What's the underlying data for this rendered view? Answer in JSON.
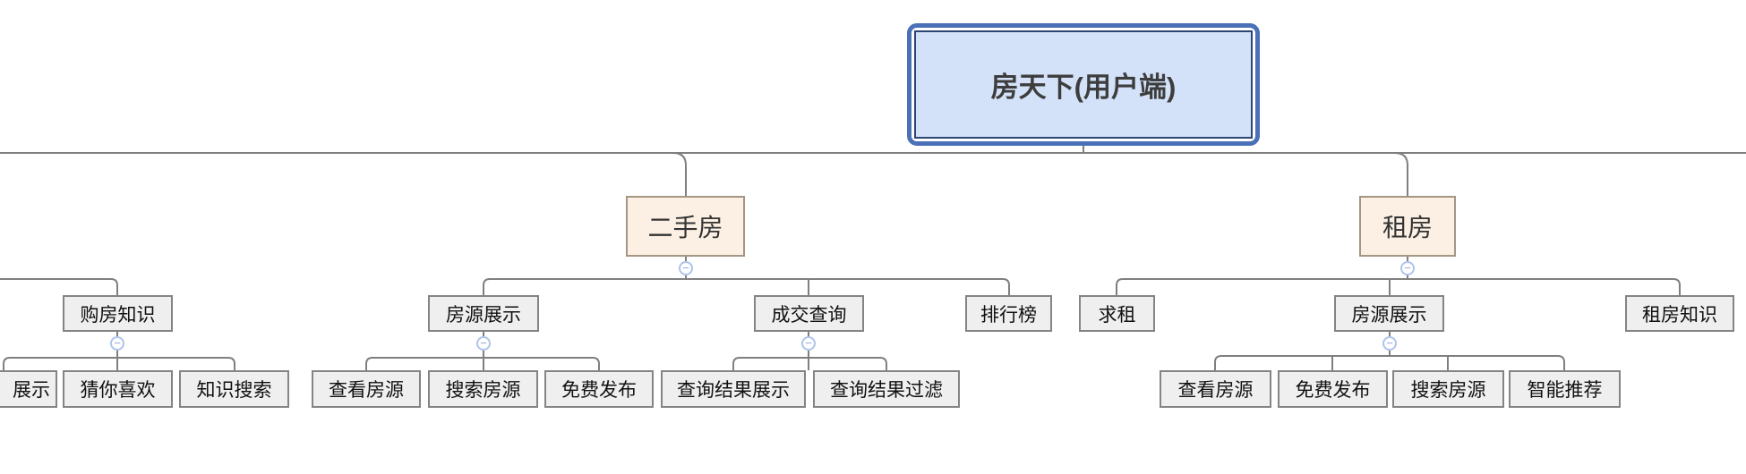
{
  "diagram": {
    "nodes": {
      "root": {
        "label": "房天下(用户端)"
      },
      "ershoufang": {
        "label": "二手房"
      },
      "zufang": {
        "label": "租房"
      },
      "goufang_zhishi": {
        "label": "购房知识"
      },
      "fangyuan_zhanshi_ershou": {
        "label": "房源展示"
      },
      "chengjiao_chaxun": {
        "label": "成交查询"
      },
      "paihangbang": {
        "label": "排行榜"
      },
      "qiuzu": {
        "label": "求租"
      },
      "fangyuan_zhanshi_zufang": {
        "label": "房源展示"
      },
      "zufang_zhishi": {
        "label": "租房知识"
      },
      "zhanshi_partial": {
        "label": "展示"
      },
      "cai_ni_xihuan": {
        "label": "猜你喜欢"
      },
      "zhishi_sousuo": {
        "label": "知识搜索"
      },
      "chakan_fangyuan_ershou": {
        "label": "查看房源"
      },
      "sousuo_fangyuan_ershou": {
        "label": "搜索房源"
      },
      "mianfei_fabu_ershou": {
        "label": "免费发布"
      },
      "chaxun_jieguo_zhanshi": {
        "label": "查询结果展示"
      },
      "chaxun_jieguo_guolv": {
        "label": "查询结果过滤"
      },
      "chakan_fangyuan_zufang": {
        "label": "查看房源"
      },
      "mianfei_fabu_zufang": {
        "label": "免费发布"
      },
      "sousuo_fangyuan_zufang": {
        "label": "搜索房源"
      },
      "zhineng_tuijian": {
        "label": "智能推荐"
      }
    },
    "icons": {
      "collapse": "−"
    },
    "colors": {
      "root_fill": "#d3e2f8",
      "root_border": "#4a71b7",
      "root_inner_border": "#2e4472",
      "branch_fill": "#fcf0e4",
      "branch_border": "#a59583",
      "node_fill": "#efefef",
      "node_border": "#848484",
      "connector": "#7f7f7f",
      "collapse_border": "#aec4ea"
    }
  }
}
